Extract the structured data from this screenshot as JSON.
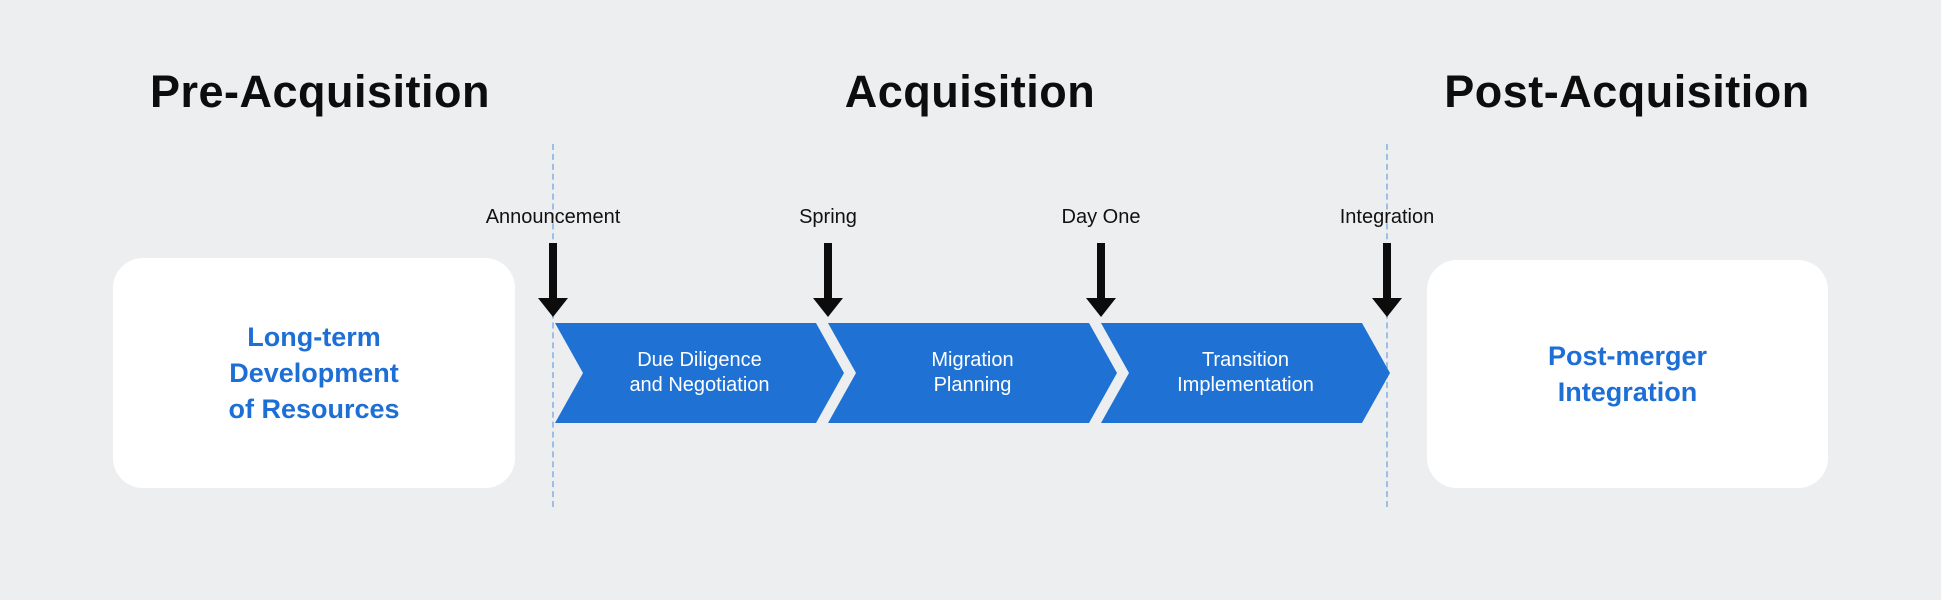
{
  "title": "Acquisition Timeline Diagram",
  "colors": {
    "background": "#ECEEF0",
    "chevron_blue": "#1F72D3",
    "card_text_blue": "#1D6FD6",
    "dashed_line_blue": "#9DBFE6",
    "header_text": "#0D0D0D",
    "arrow_black": "#0C0C0C",
    "card_background": "#FFFFFF"
  },
  "phase_headers": [
    {
      "label": "Pre-Acquisition"
    },
    {
      "label": "Acquisition"
    },
    {
      "label": "Post-Acquisition"
    }
  ],
  "milestones": [
    {
      "label": "Announcement"
    },
    {
      "label": "Spring"
    },
    {
      "label": "Day One"
    },
    {
      "label": "Integration"
    }
  ],
  "cards": {
    "pre": {
      "line1": "Long-term",
      "line2": "Development",
      "line3": "of Resources"
    },
    "post": {
      "line1": "Post-merger",
      "line2": "Integration"
    }
  },
  "steps": [
    {
      "line1": "Due Diligence",
      "line2": "and Negotiation"
    },
    {
      "line1": "Migration",
      "line2": "Planning"
    },
    {
      "line1": "Transition",
      "line2": "Implementation"
    }
  ]
}
